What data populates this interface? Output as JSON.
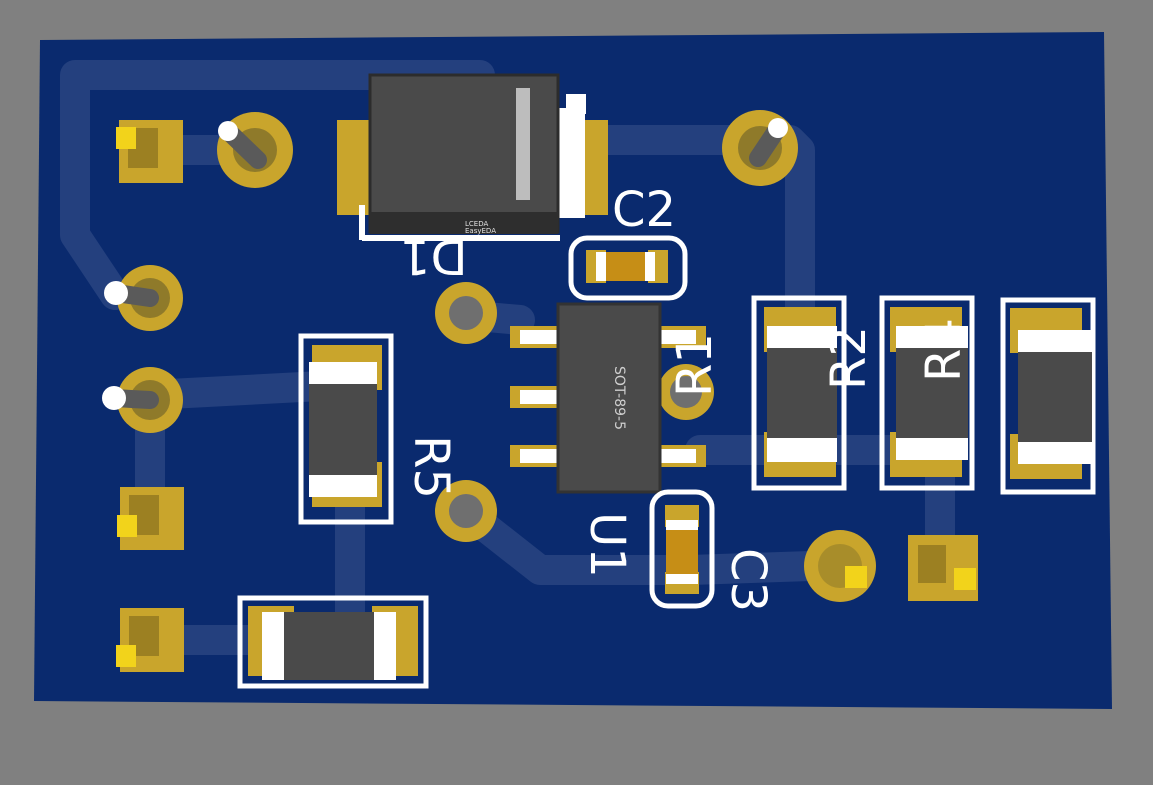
{
  "colors": {
    "background": "#808080",
    "board": "#0a2a6e",
    "trace": "#24407e",
    "copper": "#c9a52c",
    "silkscreen": "#ffffff",
    "component_body": "#4a4a4a",
    "header_pin": "#f2d31b"
  },
  "designators": {
    "c2": "C2",
    "d1": "D1",
    "r1": "R1",
    "r2": "R2",
    "r4": "R4",
    "r5": "R5",
    "u1": "U1",
    "c3": "C3"
  },
  "component_marks": {
    "d1_logo_line1": "LCEDA",
    "d1_logo_line2": "EasyEDA",
    "u1_package": "SOT-89-5"
  }
}
